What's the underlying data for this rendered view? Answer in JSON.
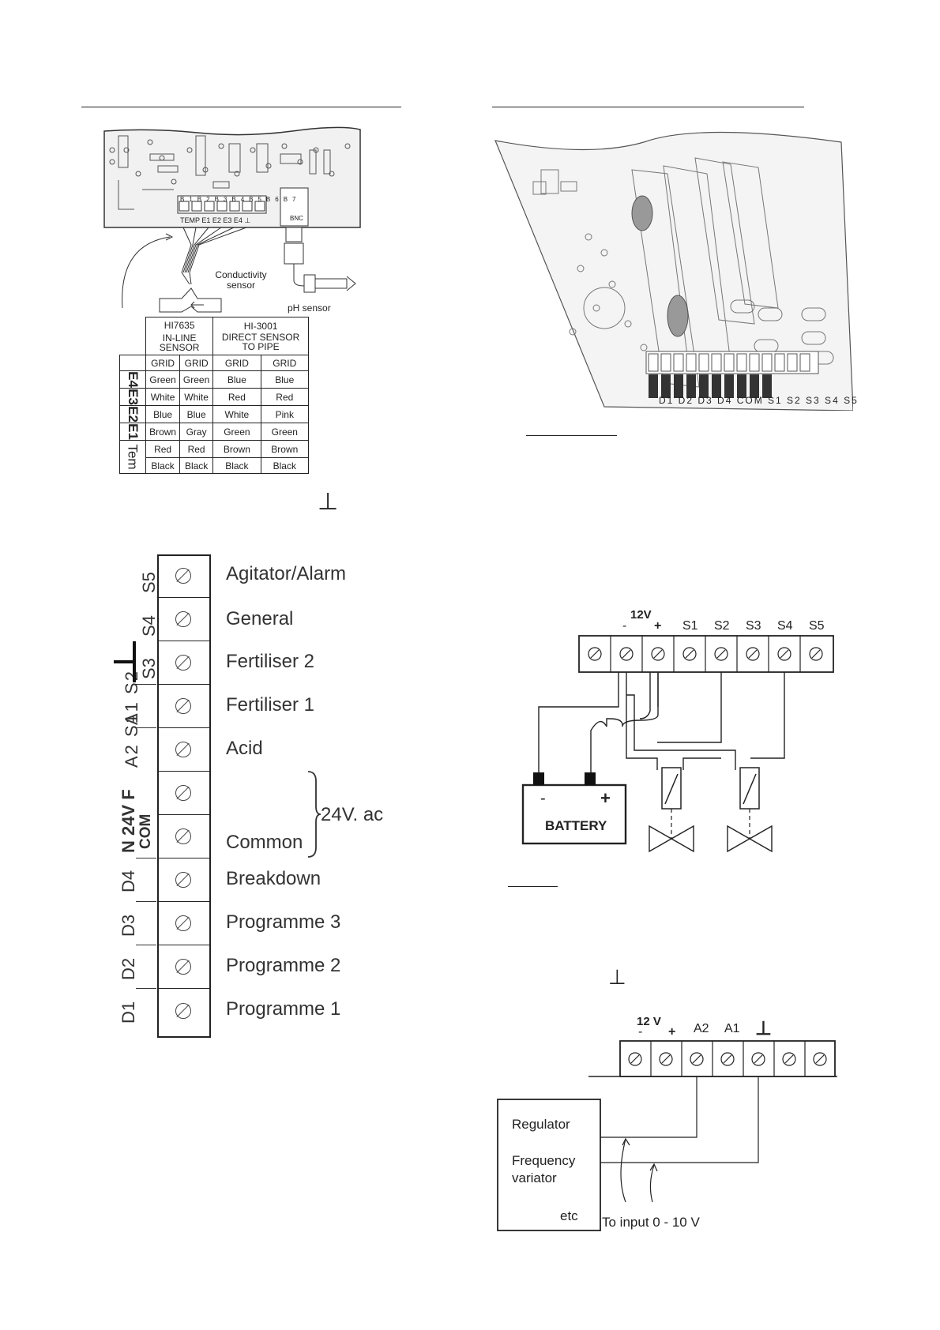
{
  "conductivity_section": {
    "sensor_label": "Conductivity sensor",
    "ph_label": "pH sensor",
    "board_terminals": [
      "B1",
      "B2",
      "B3",
      "B4",
      "B5",
      "B6",
      "B7"
    ],
    "board_bottom": [
      "TEMP",
      "E1",
      "E2",
      "E3",
      "E4",
      "⊥"
    ],
    "bnc_label": "BNC",
    "table": {
      "col1_name": "HI7635",
      "col1_sub": "IN-LINE SENSOR",
      "col2_name": "HI-3001",
      "col2_sub": "DIRECT SENSOR TO PIPE",
      "grid_row": [
        "GRID",
        "GRID",
        "GRID",
        "GRID"
      ],
      "rows": [
        {
          "label": "E4",
          "cells": [
            "Green",
            "Green",
            "Blue",
            "Blue"
          ]
        },
        {
          "label": "E3",
          "cells": [
            "White",
            "White",
            "Red",
            "Red"
          ]
        },
        {
          "label": "E2",
          "cells": [
            "Blue",
            "Blue",
            "White",
            "Pink"
          ]
        },
        {
          "label": "E1",
          "cells": [
            "Brown",
            "Gray",
            "Green",
            "Green"
          ]
        },
        {
          "label": "Tem",
          "cells": [
            "Red",
            "Red",
            "Brown",
            "Brown"
          ]
        },
        {
          "label": "",
          "cells": [
            "Black",
            "Black",
            "Black",
            "Black"
          ]
        }
      ]
    },
    "ground_symbol": "⊥"
  },
  "terminal_strip": {
    "rows": [
      {
        "code": "S5",
        "func": "Agitator/Alarm"
      },
      {
        "code": "S4",
        "func": "General"
      },
      {
        "code": "S3",
        "func": "Fertiliser 2",
        "extra": "⊥"
      },
      {
        "code": "A1 S2",
        "func": "Fertiliser 1"
      },
      {
        "code": "A2 S1",
        "func": "Acid"
      },
      {
        "code": "N 24V F",
        "func": ""
      },
      {
        "code": "COM",
        "func": "Common"
      },
      {
        "code": "D4",
        "func": "Breakdown"
      },
      {
        "code": "D3",
        "func": "Programme 3"
      },
      {
        "code": "D2",
        "func": "Programme 2"
      },
      {
        "code": "D1",
        "func": "Programme 1"
      }
    ],
    "brace_label": "24V. ac"
  },
  "battery_diagram": {
    "supply_label": "12V",
    "terminals": [
      "-",
      "+",
      "S1",
      "S2",
      "S3",
      "S4",
      "S5"
    ],
    "battery_label": "BATTERY",
    "minus": "-",
    "plus": "+"
  },
  "regulator_diagram": {
    "supply_label": "12 V",
    "terminals": [
      "-",
      "+",
      "A2",
      "A1",
      "⊥"
    ],
    "box_lines": [
      "Regulator",
      "Frequency",
      "variator",
      "etc"
    ],
    "input_label": "To input 0 - 10 V"
  },
  "board_labels": {
    "bottom": [
      "D1",
      "D2",
      "D3",
      "D4",
      "COM",
      "S1",
      "S2",
      "S3",
      "S4",
      "S5"
    ]
  },
  "ground_symbol_2": "⊥"
}
